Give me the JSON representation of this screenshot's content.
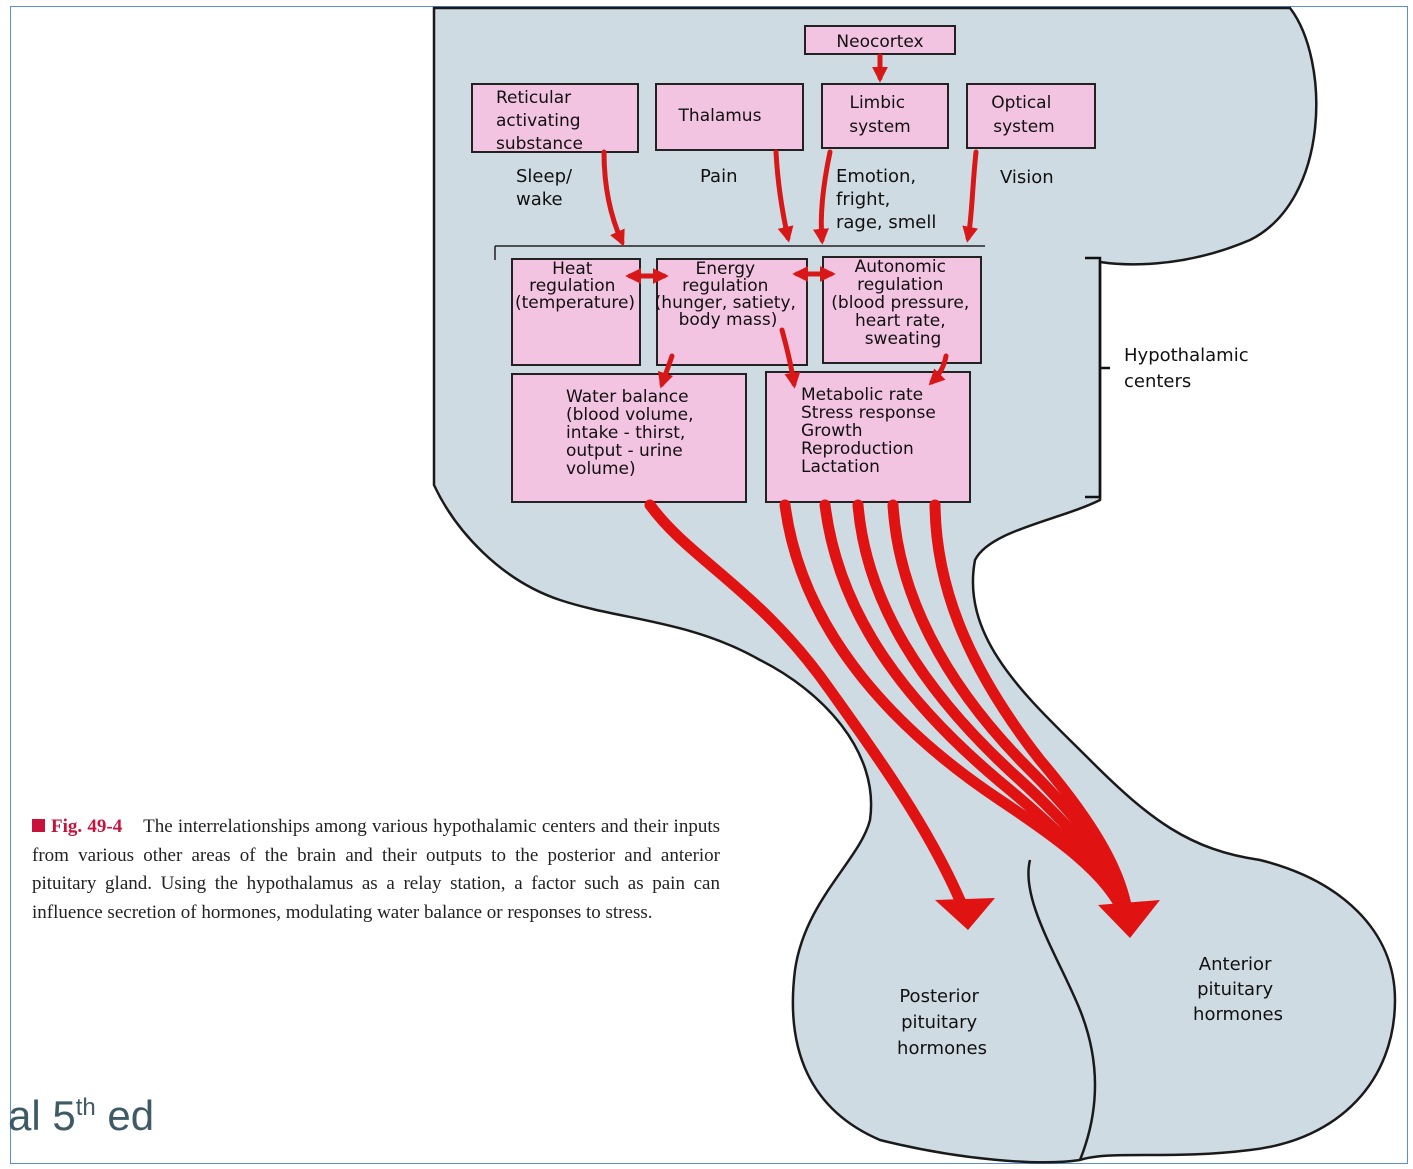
{
  "diagram": {
    "boxes": {
      "neocortex": [
        "Neocortex"
      ],
      "reticular": [
        "Reticular",
        "activating",
        "substance"
      ],
      "thalamus": [
        "Thalamus"
      ],
      "limbic": [
        "Limbic",
        "system"
      ],
      "optical": [
        "Optical",
        "system"
      ],
      "heat": [
        "Heat",
        "regulation",
        "(temperature)"
      ],
      "energy": [
        "Energy",
        "regulation",
        "(hunger, satiety,",
        "body mass)"
      ],
      "autonomic": [
        "Autonomic",
        "regulation",
        "(blood pressure,",
        "heart rate,",
        "sweating"
      ],
      "water": [
        "Water balance",
        "(blood volume,",
        "intake - thirst,",
        "output - urine",
        "volume)"
      ],
      "metabolic": [
        "Metabolic rate",
        "Stress response",
        "Growth",
        "Reproduction",
        "Lactation"
      ]
    },
    "inputs": {
      "sleep": [
        "Sleep/",
        "wake"
      ],
      "pain": [
        "Pain"
      ],
      "emotion": [
        "Emotion,",
        "fright,",
        "rage, smell"
      ],
      "vision": [
        "Vision"
      ]
    },
    "bracket_label": [
      "Hypothalamic",
      "centers"
    ],
    "outputs": {
      "posterior": [
        "Posterior",
        "pituitary",
        "hormones"
      ],
      "anterior": [
        "Anterior",
        "pituitary",
        "hormones"
      ]
    }
  },
  "caption": {
    "figure": "Fig. 49-4",
    "text": "The interrelationships among various hypothalamic centers and their inputs from various other areas of the brain and their outputs to the posterior and anterior pituitary gland. Using the hypothalamus as a relay station, a factor such as pain can influence secretion of hormones, modulating water balance or responses to stress."
  },
  "edition": {
    "prefix": "al 5",
    "sup": "th",
    "suffix": " ed"
  },
  "colors": {
    "box_fill": "#f3c3e2",
    "arrow": "#d81818",
    "gland_fill": "#c9d6de",
    "caption_figure": "#c8123c"
  }
}
